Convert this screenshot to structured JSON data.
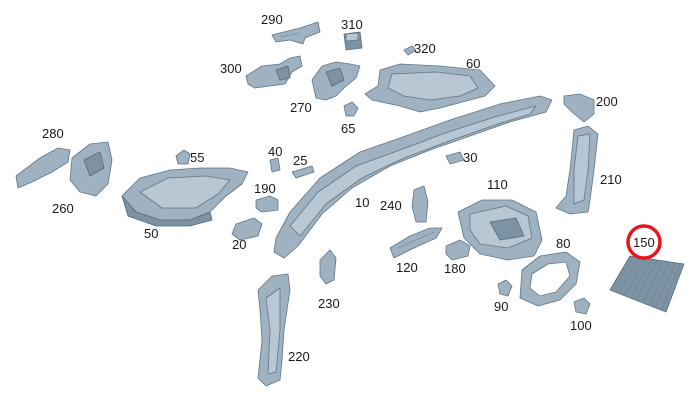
{
  "diagram": {
    "highlight_color": "#e8141e",
    "part_color": "#9fb2c1",
    "highlighted_part": "150",
    "labels": {
      "p10": "10",
      "p20": "20",
      "p25": "25",
      "p30": "30",
      "p40": "40",
      "p50": "50",
      "p55": "55",
      "p60": "60",
      "p65": "65",
      "p80": "80",
      "p90": "90",
      "p100": "100",
      "p110": "110",
      "p120": "120",
      "p150": "150",
      "p180": "180",
      "p190": "190",
      "p200": "200",
      "p210": "210",
      "p220": "220",
      "p230": "230",
      "p240": "240",
      "p260": "260",
      "p270": "270",
      "p280": "280",
      "p290": "290",
      "p300": "300",
      "p310": "310",
      "p320": "320"
    }
  }
}
